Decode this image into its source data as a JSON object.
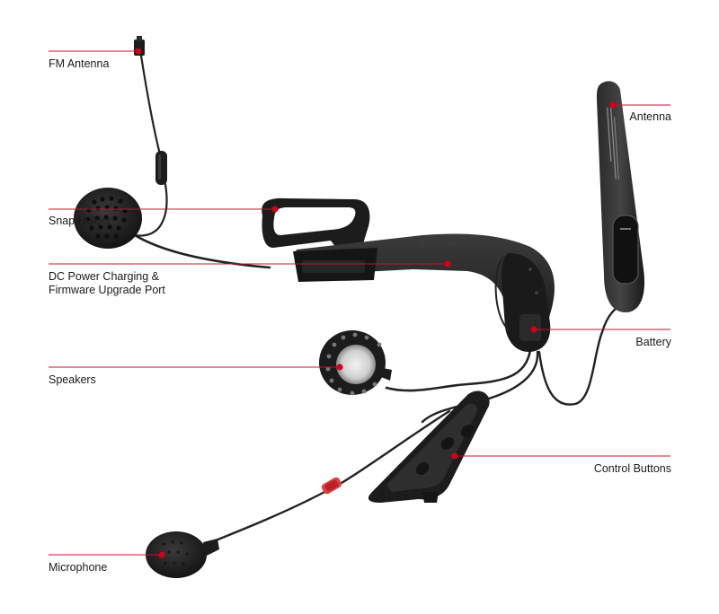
{
  "colors": {
    "leader": "#c8102e",
    "dot": "#d0021b",
    "device": "#1c1c1c",
    "device_highlight": "#3a3a3a",
    "cable": "#222222",
    "accent_red": "#e23b3b"
  },
  "labels": {
    "fm_antenna": "FM Antenna",
    "antenna": "Antenna",
    "snap_holder": "Snap Holder",
    "dc_power_line1": "DC Power Charging &",
    "dc_power_line2": "Firmware Upgrade Port",
    "battery": "Battery",
    "speakers": "Speakers",
    "control_buttons": "Control Buttons",
    "microphone": "Microphone"
  },
  "icons": {
    "fm_antenna": "fm-antenna-part",
    "antenna": "antenna-part",
    "snap_holder": "snap-holder-part",
    "speaker": "speaker-part",
    "microphone": "microphone-part",
    "control_unit": "control-buttons-part"
  }
}
